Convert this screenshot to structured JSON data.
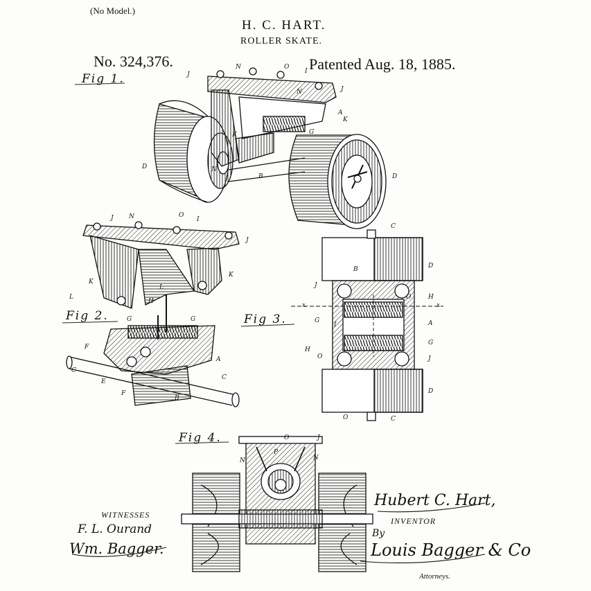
{
  "header": {
    "model_note": "(No Model.)",
    "inventor": "H. C. HART.",
    "subject": "ROLLER SKATE.",
    "patent_number": "No. 324,376.",
    "patent_date": "Patented Aug. 18, 1885."
  },
  "figures": {
    "fig1": "Fig 1.",
    "fig2": "Fig 2.",
    "fig3": "Fig 3.",
    "fig4": "Fig 4."
  },
  "references": {
    "fig1": [
      "J",
      "N",
      "O",
      "I",
      "J",
      "N",
      "A",
      "K",
      "G",
      "K",
      "N",
      "D",
      "B",
      "D"
    ],
    "fig2": [
      "J",
      "N",
      "O",
      "I",
      "J",
      "K",
      "L",
      "L",
      "H",
      "K",
      "G",
      "G",
      "F",
      "A",
      "C",
      "E",
      "F",
      "B",
      "C"
    ],
    "fig3": [
      "C",
      "B",
      "D",
      "J",
      "O",
      "H",
      "x",
      "x",
      "G",
      "I",
      "A",
      "H",
      "G",
      "O",
      "J",
      "D",
      "O",
      "C"
    ],
    "fig4": [
      "J",
      "O",
      "P",
      "N",
      "N"
    ]
  },
  "signatures": {
    "witnesses_label": "WITNESSES",
    "witness1": "F. L. Ourand",
    "witness2": "Wm. Bagger.",
    "inventor_signature": "Hubert C. Hart,",
    "inventor_label": "INVENTOR",
    "by_label": "By",
    "attorney_signature": "Louis Bagger & Co",
    "attorneys_label": "Attorneys."
  }
}
